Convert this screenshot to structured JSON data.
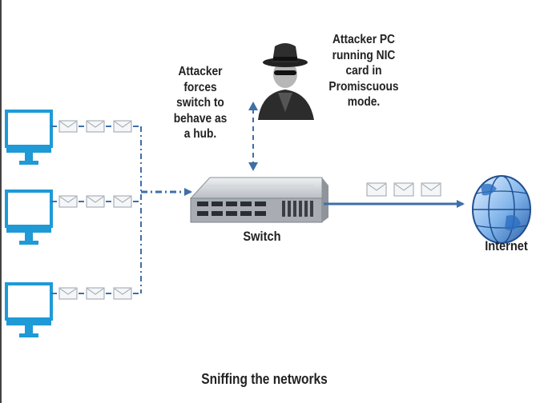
{
  "labels": {
    "attacker_forces": "Attacker\nforces\nswitch to\nbehave as\na hub.",
    "attacker_pc": "Attacker PC\nrunning NIC\ncard in\nPromiscuous\nmode.",
    "switch": "Switch",
    "internet": "Internet",
    "caption": "Sniffing the networks"
  },
  "icons": {
    "computers": [
      "monitor-icon",
      "monitor-icon",
      "monitor-icon"
    ],
    "attacker": "hacker-icon",
    "switch": "network-switch-icon",
    "internet": "globe-icon",
    "packets": "envelope-icon"
  },
  "colors": {
    "monitor": "#1e9ad6",
    "connector": "#3e6fa8",
    "switch_body": "#c8ccd0",
    "globe": "#2b6fc0",
    "text": "#222222"
  }
}
